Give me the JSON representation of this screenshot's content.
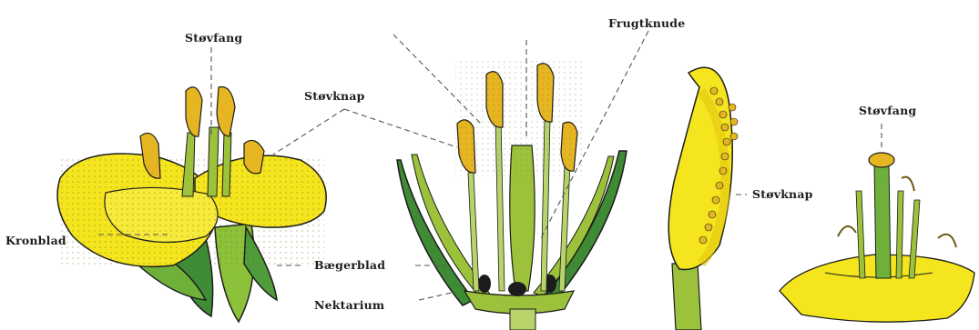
{
  "labels": {
    "stovfang_left": "Støvfang",
    "stovknap_left": "Støvknap",
    "kronblad": "Kronblad",
    "baegerblad": "Bægerblad",
    "nektarium": "Nektarium",
    "frugtknude": "Frugtknude",
    "stovknap_right": "Støvknap",
    "stovfang_right": "Støvfang"
  },
  "colors": {
    "petal": "#f4e51e",
    "petal_shade": "#e3c70f",
    "stem": "#9cc23c",
    "stem_dark": "#3f8a35",
    "anther": "#e6b522",
    "ink": "#1c1c1c",
    "leader_line": "#555555"
  }
}
